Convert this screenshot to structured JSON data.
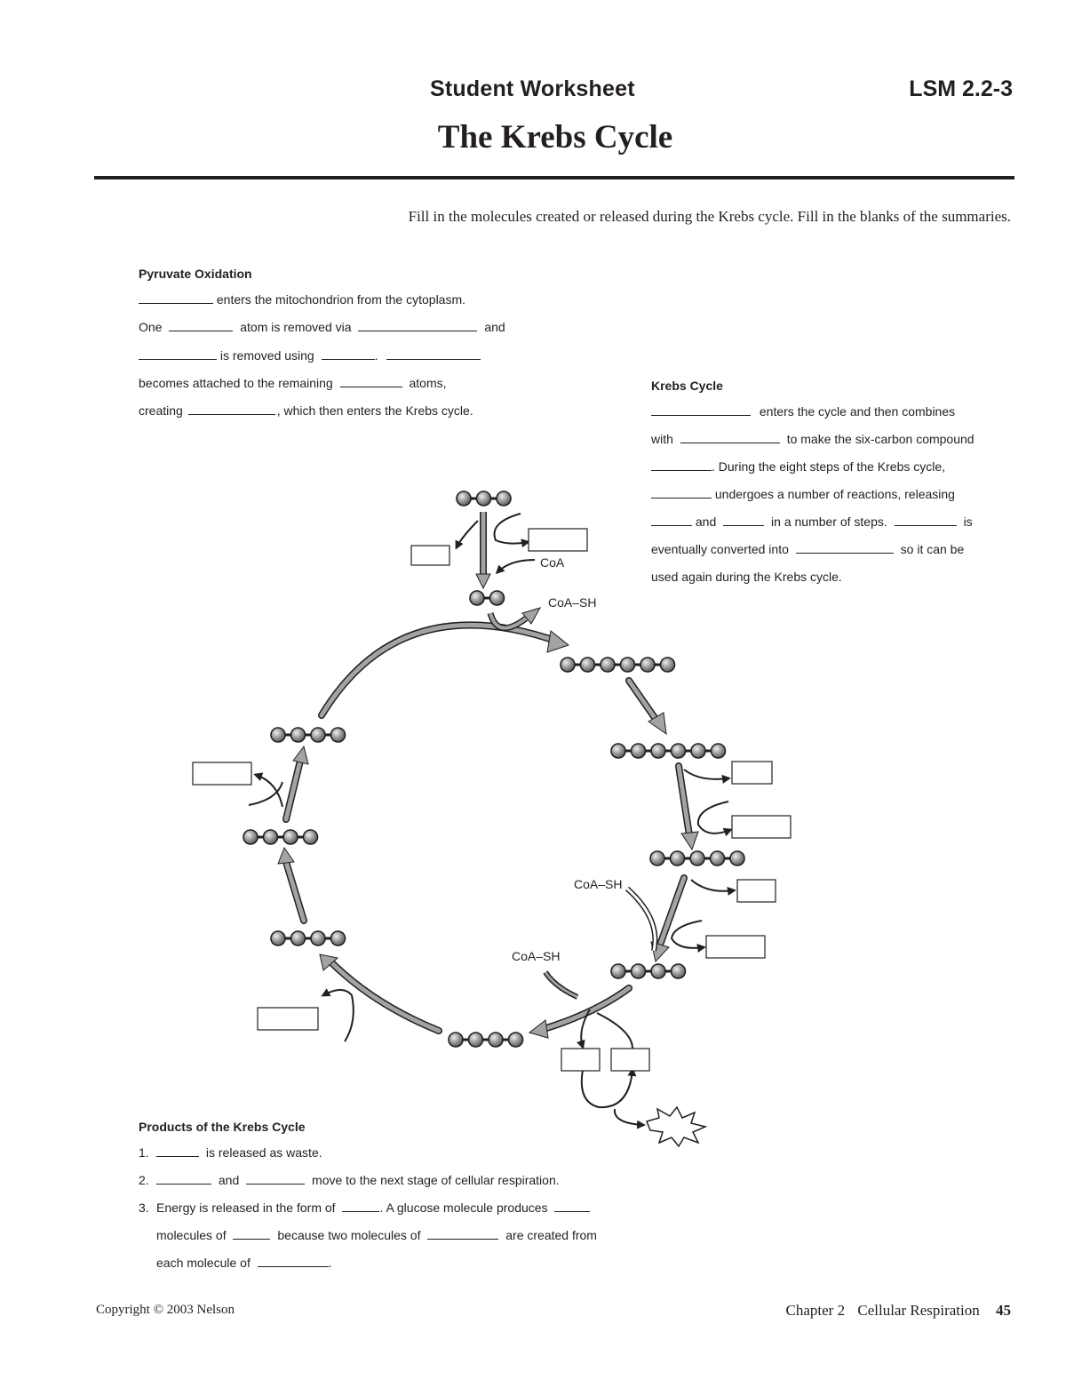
{
  "header": {
    "worksheet_label": "Student Worksheet",
    "code": "LSM 2.2-3",
    "title": "The Krebs Cycle"
  },
  "instructions": "Fill in the molecules created or released during the Krebs cycle. Fill in the blanks of the summaries.",
  "pyruvate_oxidation": {
    "heading": "Pyruvate Oxidation",
    "l1_a": "enters the mitochondrion from the cytoplasm.",
    "l2_a": "One",
    "l2_b": "atom is removed via",
    "l2_c": "and",
    "l3_a": "is removed using",
    "l3_b": ".",
    "l4_a": "becomes attached to the remaining",
    "l4_b": "atoms,",
    "l5_a": "creating",
    "l5_b": ", which then enters the Krebs cycle."
  },
  "krebs_cycle": {
    "heading": "Krebs Cycle",
    "l1_a": "enters the cycle and then combines",
    "l2_a": "with",
    "l2_b": "to make the six-carbon compound",
    "l3_a": ". During the eight steps of the Krebs cycle,",
    "l4_a": "undergoes a number of reactions, releasing",
    "l5_a": "and",
    "l5_b": "in a number of steps.",
    "l5_c": "is",
    "l6_a": "eventually converted into",
    "l6_b": "so it can be",
    "l7_a": "used again during the Krebs cycle."
  },
  "diagram": {
    "coa": "CoA",
    "coa_sh_1": "CoA–SH",
    "coa_sh_2": "CoA–SH",
    "coa_sh_3": "CoA–SH"
  },
  "products": {
    "heading": "Products of the Krebs Cycle",
    "n1": "1.",
    "p1_a": "is released as waste.",
    "n2": "2.",
    "p2_a": "and",
    "p2_b": "move to the next stage of cellular respiration.",
    "n3": "3.",
    "p3_a": "Energy is released in the form of",
    "p3_b": ". A glucose molecule produces",
    "p3_c": "molecules of",
    "p3_d": "because two molecules of",
    "p3_e": "are created from",
    "p3_f": "each molecule of",
    "p3_g": "."
  },
  "footer": {
    "copyright": "Copyright © 2003 Nelson",
    "chapter": "Chapter 2",
    "section": "Cellular Respiration",
    "page": "45"
  },
  "colors": {
    "ink": "#231f20",
    "arrow_fill": "#9a9a9a",
    "bead": "#8c8c8c"
  }
}
